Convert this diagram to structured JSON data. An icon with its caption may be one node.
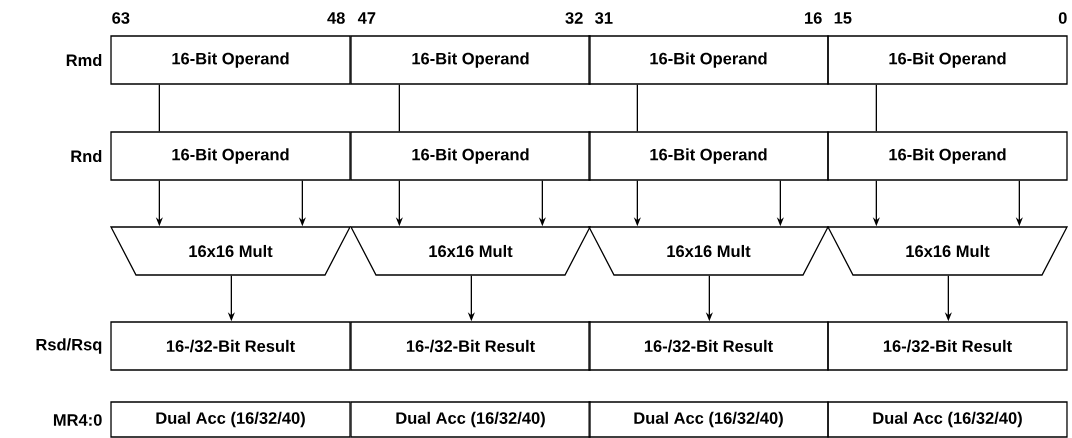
{
  "diagram": {
    "nodes": [
      {
        "text": [
          "16-Bit Operand"
        ]
      },
      {
        "text": [
          "16-Bit Operand"
        ]
      },
      {
        "text": [
          "16-Bit Operand"
        ]
      },
      {
        "text": [
          "16-Bit Operand"
        ]
      },
      {
        "text": [
          "16-Bit Operand"
        ]
      },
      {
        "text": [
          "16-Bit Operand"
        ]
      },
      {
        "text": [
          "16-Bit Operand"
        ]
      },
      {
        "text": [
          "16-Bit Operand"
        ]
      },
      {
        "text": [
          "16x16 Mult"
        ]
      },
      {
        "text": [
          "16x16 Mult"
        ]
      },
      {
        "text": [
          "16x16 Mult"
        ]
      },
      {
        "text": [
          "16x16 Mult"
        ]
      },
      {
        "text": [
          "16-/32-Bit Result"
        ]
      },
      {
        "text": [
          "16-/32-Bit Result"
        ]
      },
      {
        "text": [
          "16-/32-Bit Result"
        ]
      },
      {
        "text": [
          "16-/32-Bit Result"
        ]
      },
      {
        "text": [
          "Dual Acc (16/32/40)"
        ]
      },
      {
        "text": [
          "Dual Acc (16/32/40)"
        ]
      },
      {
        "text": [
          "Dual Acc (16/32/40)"
        ]
      },
      {
        "text": [
          "Dual Acc (16/32/40)"
        ]
      }
    ],
    "edges": [
      {
        "from": 0,
        "to": 4,
        "arrow": "none"
      },
      {
        "from": 4,
        "to": 8,
        "arrow": "to"
      },
      {
        "from": 4,
        "to": 8,
        "arrow": "to"
      },
      {
        "from": 8,
        "to": 12,
        "arrow": "to"
      },
      {
        "from": 1,
        "to": 5,
        "arrow": "none"
      },
      {
        "from": 5,
        "to": 9,
        "arrow": "to"
      },
      {
        "from": 5,
        "to": 9,
        "arrow": "to"
      },
      {
        "from": 9,
        "to": 13,
        "arrow": "to"
      },
      {
        "from": 2,
        "to": 6,
        "arrow": "none"
      },
      {
        "from": 6,
        "to": 10,
        "arrow": "to"
      },
      {
        "from": 6,
        "to": 10,
        "arrow": "to"
      },
      {
        "from": 10,
        "to": 14,
        "arrow": "to"
      },
      {
        "from": 3,
        "to": 7,
        "arrow": "none"
      },
      {
        "from": 7,
        "to": 11,
        "arrow": "to"
      },
      {
        "from": 7,
        "to": 11,
        "arrow": "to"
      },
      {
        "from": 11,
        "to": 15,
        "arrow": "to"
      }
    ],
    "labels": [
      "63",
      "48",
      "47",
      "32",
      "31",
      "16",
      "15",
      "0",
      "Rmd",
      "Rnd",
      "Rsd/Rsq",
      "MR4:0"
    ]
  }
}
